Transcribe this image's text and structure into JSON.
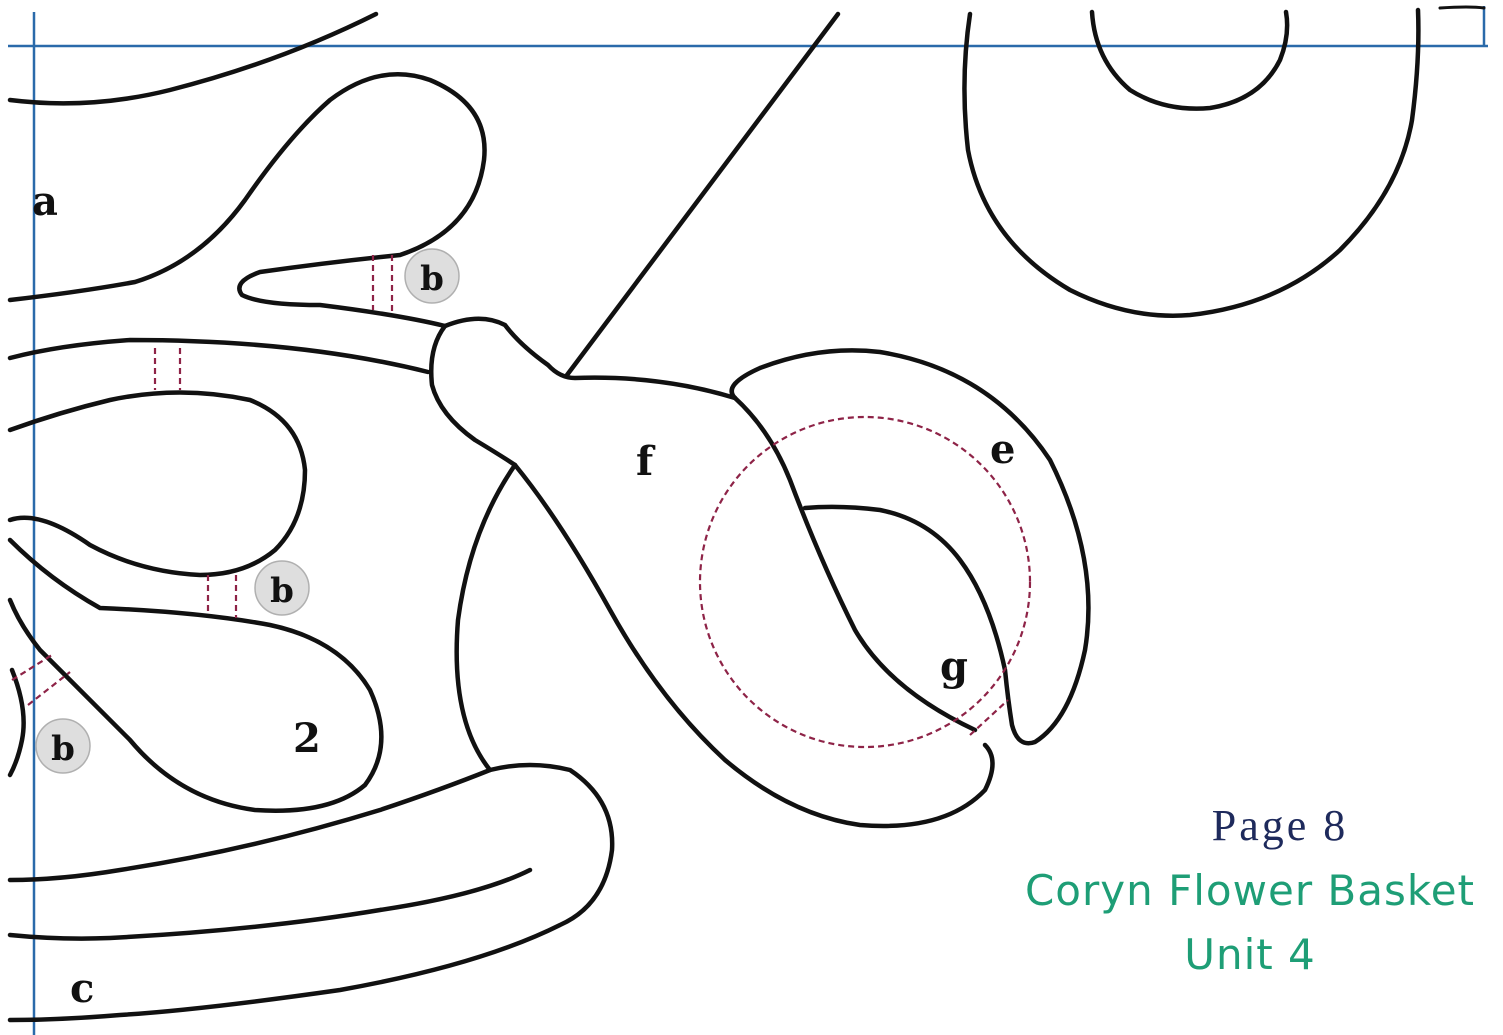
{
  "pattern": {
    "pieces": [
      "a",
      "c",
      "e",
      "f",
      "g",
      "2"
    ],
    "markers": [
      "b",
      "b",
      "b"
    ]
  },
  "footer": {
    "page": "Page 8",
    "title": "Coryn Flower Basket",
    "unit": "Unit 4"
  },
  "colors": {
    "outline": "#111111",
    "guide_line": "#2a6aaa",
    "seam_line": "#8e2347",
    "page_number": "#1e2a5c",
    "title": "#1e9e76",
    "marker_fill": "#dedede"
  }
}
